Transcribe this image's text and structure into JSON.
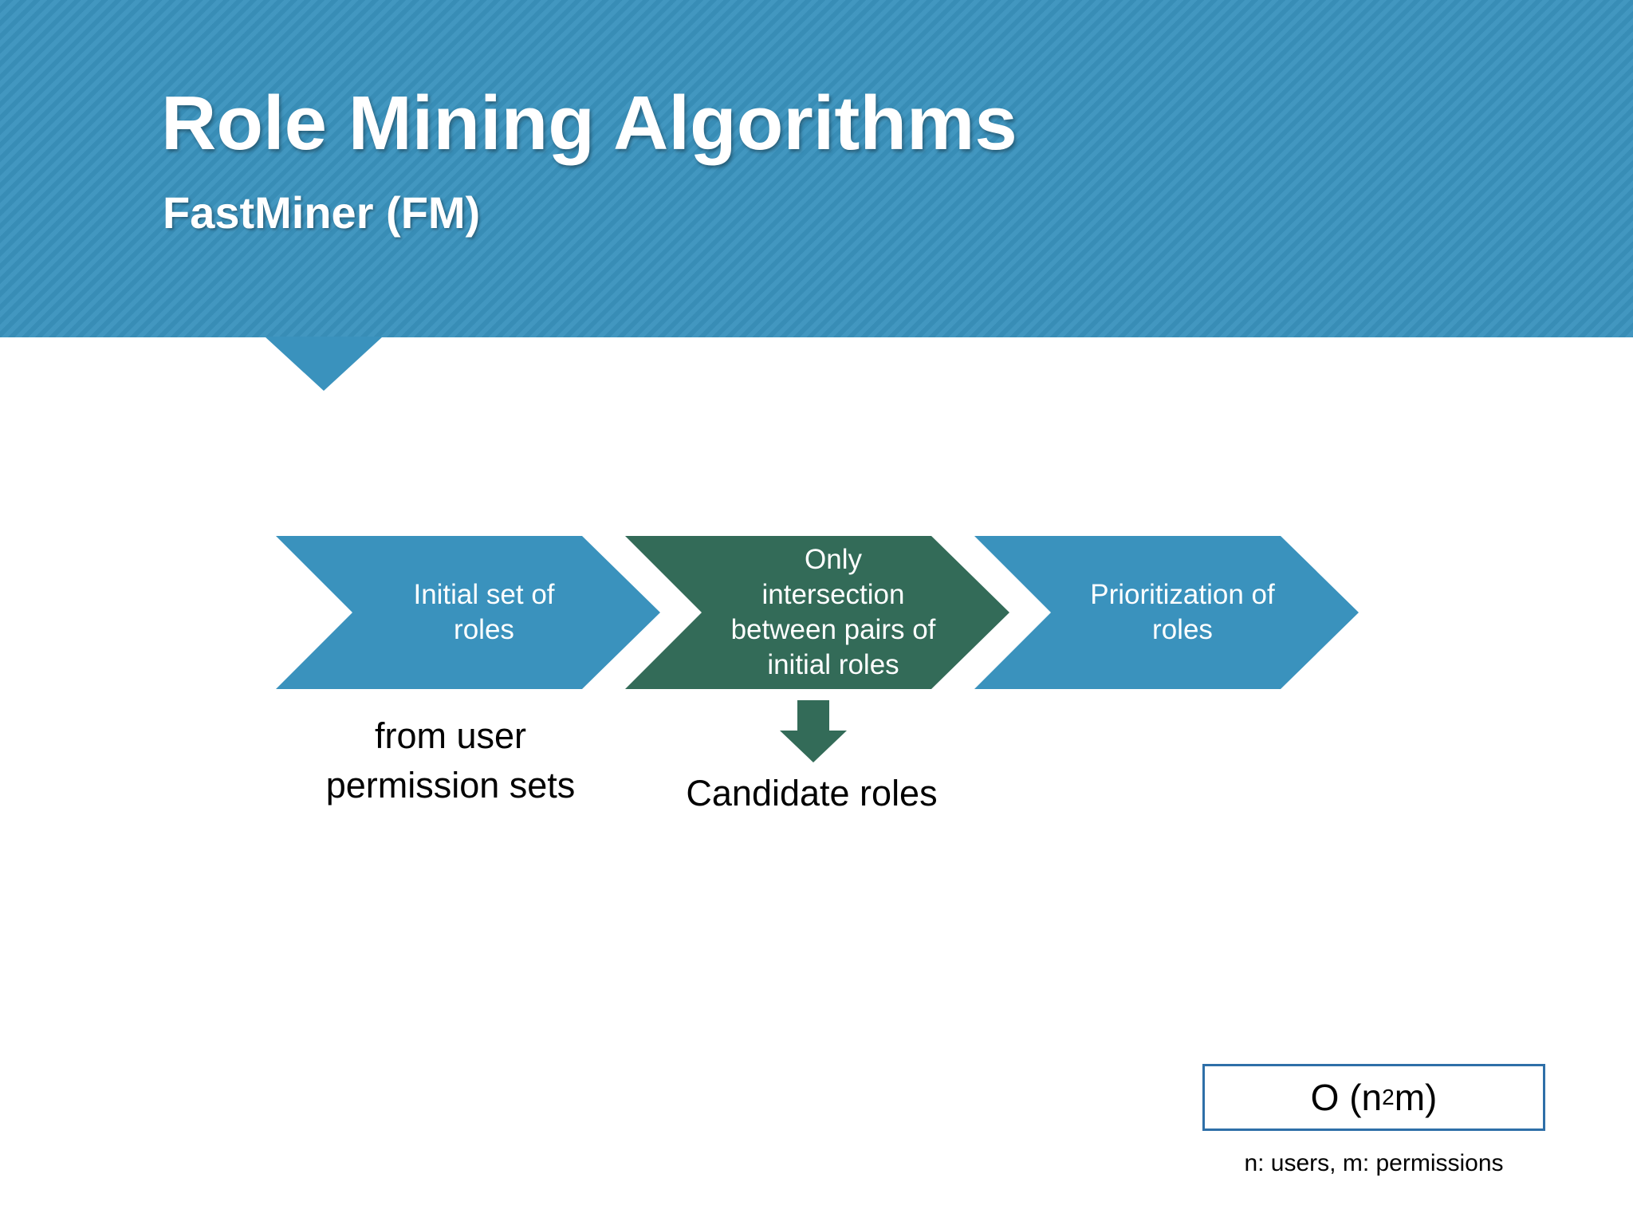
{
  "header": {
    "title": "Role Mining Algorithms",
    "subtitle": "FastMiner (FM)"
  },
  "process": {
    "steps": [
      {
        "label": "Initial set of\nroles",
        "color": "#3a92bd"
      },
      {
        "label": "Only\nintersection\nbetween pairs of\ninitial roles",
        "color": "#336b58"
      },
      {
        "label": "Prioritization of\nroles",
        "color": "#3a92bd"
      }
    ],
    "step1_note": "from user\npermission sets",
    "step2_output": "Candidate roles"
  },
  "complexity": {
    "prefix": "O (n",
    "exponent": "2",
    "suffix": "m)",
    "note": "n: users, m: permissions"
  },
  "colors": {
    "banner": "#3a92bd",
    "step_blue": "#3a92bd",
    "step_green": "#336b58",
    "box_border": "#2e6fa8"
  }
}
